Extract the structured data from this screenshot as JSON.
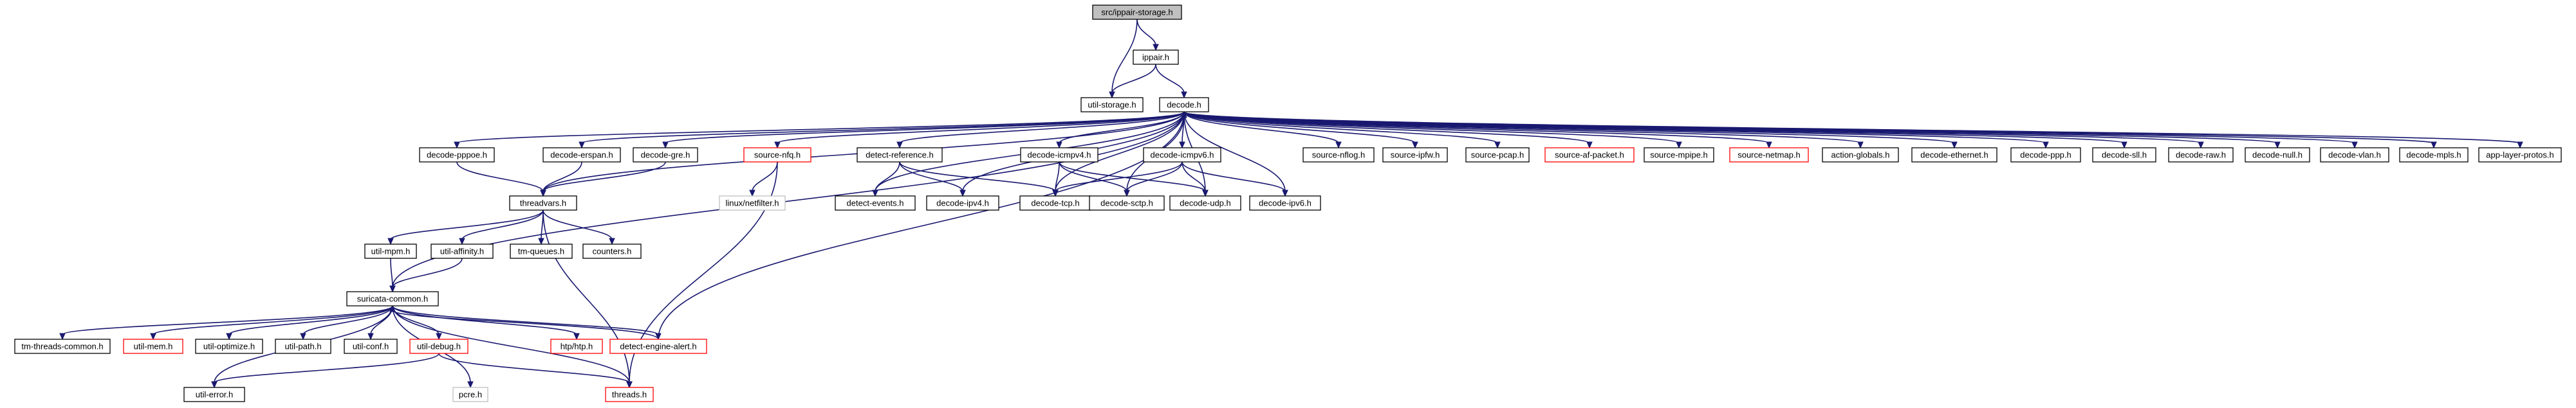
{
  "diagram": {
    "colors": {
      "edge": "#191970",
      "border_default": "#000000",
      "border_highlight": "#ff0000",
      "border_external": "#bfbfbf",
      "root_fill": "#bfbfbf",
      "node_fill": "#ffffff"
    },
    "nodes": [
      {
        "id": "root",
        "label": "src/ippair-storage.h",
        "style": "root"
      },
      {
        "id": "ippair",
        "label": "ippair.h",
        "style": "default"
      },
      {
        "id": "utilstorage",
        "label": "util-storage.h",
        "style": "default"
      },
      {
        "id": "decode",
        "label": "decode.h",
        "style": "default"
      },
      {
        "id": "pppoe",
        "label": "decode-pppoe.h",
        "style": "default"
      },
      {
        "id": "erspan",
        "label": "decode-erspan.h",
        "style": "default"
      },
      {
        "id": "gre",
        "label": "decode-gre.h",
        "style": "default"
      },
      {
        "id": "nfq",
        "label": "source-nfq.h",
        "style": "highlight"
      },
      {
        "id": "detectref",
        "label": "detect-reference.h",
        "style": "default"
      },
      {
        "id": "icmpv4",
        "label": "decode-icmpv4.h",
        "style": "default"
      },
      {
        "id": "icmpv6",
        "label": "decode-icmpv6.h",
        "style": "default"
      },
      {
        "id": "nflog",
        "label": "source-nflog.h",
        "style": "default"
      },
      {
        "id": "ipfw",
        "label": "source-ipfw.h",
        "style": "default"
      },
      {
        "id": "pcap",
        "label": "source-pcap.h",
        "style": "default"
      },
      {
        "id": "afpacket",
        "label": "source-af-packet.h",
        "style": "highlight"
      },
      {
        "id": "mpipe",
        "label": "source-mpipe.h",
        "style": "default"
      },
      {
        "id": "netmap",
        "label": "source-netmap.h",
        "style": "highlight"
      },
      {
        "id": "actglobals",
        "label": "action-globals.h",
        "style": "default"
      },
      {
        "id": "ethernet",
        "label": "decode-ethernet.h",
        "style": "default"
      },
      {
        "id": "ppp",
        "label": "decode-ppp.h",
        "style": "default"
      },
      {
        "id": "sll",
        "label": "decode-sll.h",
        "style": "default"
      },
      {
        "id": "raw",
        "label": "decode-raw.h",
        "style": "default"
      },
      {
        "id": "null",
        "label": "decode-null.h",
        "style": "default"
      },
      {
        "id": "vlan",
        "label": "decode-vlan.h",
        "style": "default"
      },
      {
        "id": "mpls",
        "label": "decode-mpls.h",
        "style": "default"
      },
      {
        "id": "applayer",
        "label": "app-layer-protos.h",
        "style": "default"
      },
      {
        "id": "threadvars",
        "label": "threadvars.h",
        "style": "default"
      },
      {
        "id": "netfilter",
        "label": "linux/netfilter.h",
        "style": "external"
      },
      {
        "id": "detectevents",
        "label": "detect-events.h",
        "style": "default"
      },
      {
        "id": "ipv4",
        "label": "decode-ipv4.h",
        "style": "default"
      },
      {
        "id": "tcp",
        "label": "decode-tcp.h",
        "style": "default"
      },
      {
        "id": "sctp",
        "label": "decode-sctp.h",
        "style": "default"
      },
      {
        "id": "udp",
        "label": "decode-udp.h",
        "style": "default"
      },
      {
        "id": "ipv6",
        "label": "decode-ipv6.h",
        "style": "default"
      },
      {
        "id": "mpm",
        "label": "util-mpm.h",
        "style": "default"
      },
      {
        "id": "affinity",
        "label": "util-affinity.h",
        "style": "default"
      },
      {
        "id": "tmqueues",
        "label": "tm-queues.h",
        "style": "default"
      },
      {
        "id": "counters",
        "label": "counters.h",
        "style": "default"
      },
      {
        "id": "common",
        "label": "suricata-common.h",
        "style": "default"
      },
      {
        "id": "tmthreads",
        "label": "tm-threads-common.h",
        "style": "default"
      },
      {
        "id": "mem",
        "label": "util-mem.h",
        "style": "highlight"
      },
      {
        "id": "optimize",
        "label": "util-optimize.h",
        "style": "default"
      },
      {
        "id": "path",
        "label": "util-path.h",
        "style": "default"
      },
      {
        "id": "conf",
        "label": "util-conf.h",
        "style": "default"
      },
      {
        "id": "debug",
        "label": "util-debug.h",
        "style": "highlight"
      },
      {
        "id": "htp",
        "label": "htp/htp.h",
        "style": "highlight"
      },
      {
        "id": "alert",
        "label": "detect-engine-alert.h",
        "style": "highlight"
      },
      {
        "id": "error",
        "label": "util-error.h",
        "style": "default"
      },
      {
        "id": "pcre",
        "label": "pcre.h",
        "style": "external"
      },
      {
        "id": "threads",
        "label": "threads.h",
        "style": "highlight"
      }
    ],
    "edges": [
      [
        "root",
        "ippair"
      ],
      [
        "root",
        "utilstorage"
      ],
      [
        "ippair",
        "utilstorage"
      ],
      [
        "ippair",
        "decode"
      ],
      [
        "decode",
        "pppoe"
      ],
      [
        "decode",
        "erspan"
      ],
      [
        "decode",
        "gre"
      ],
      [
        "decode",
        "nfq"
      ],
      [
        "decode",
        "detectref"
      ],
      [
        "decode",
        "icmpv4"
      ],
      [
        "decode",
        "icmpv6"
      ],
      [
        "decode",
        "nflog"
      ],
      [
        "decode",
        "ipfw"
      ],
      [
        "decode",
        "pcap"
      ],
      [
        "decode",
        "afpacket"
      ],
      [
        "decode",
        "mpipe"
      ],
      [
        "decode",
        "netmap"
      ],
      [
        "decode",
        "actglobals"
      ],
      [
        "decode",
        "ethernet"
      ],
      [
        "decode",
        "ppp"
      ],
      [
        "decode",
        "sll"
      ],
      [
        "decode",
        "raw"
      ],
      [
        "decode",
        "null"
      ],
      [
        "decode",
        "vlan"
      ],
      [
        "decode",
        "mpls"
      ],
      [
        "decode",
        "applayer"
      ],
      [
        "decode",
        "threadvars"
      ],
      [
        "decode",
        "ipv4"
      ],
      [
        "decode",
        "tcp"
      ],
      [
        "decode",
        "sctp"
      ],
      [
        "decode",
        "udp"
      ],
      [
        "decode",
        "ipv6"
      ],
      [
        "decode",
        "detectevents"
      ],
      [
        "decode",
        "common"
      ],
      [
        "pppoe",
        "threadvars"
      ],
      [
        "erspan",
        "threadvars"
      ],
      [
        "gre",
        "threadvars"
      ],
      [
        "nfq",
        "netfilter"
      ],
      [
        "nfq",
        "threads"
      ],
      [
        "detectref",
        "detectevents"
      ],
      [
        "detectref",
        "ipv4"
      ],
      [
        "detectref",
        "tcp"
      ],
      [
        "icmpv4",
        "tcp"
      ],
      [
        "icmpv4",
        "sctp"
      ],
      [
        "icmpv4",
        "udp"
      ],
      [
        "icmpv6",
        "tcp"
      ],
      [
        "icmpv6",
        "sctp"
      ],
      [
        "icmpv6",
        "udp"
      ],
      [
        "icmpv6",
        "ipv6"
      ],
      [
        "threadvars",
        "mpm"
      ],
      [
        "threadvars",
        "affinity"
      ],
      [
        "threadvars",
        "tmqueues"
      ],
      [
        "threadvars",
        "counters"
      ],
      [
        "threadvars",
        "threads"
      ],
      [
        "mpm",
        "common"
      ],
      [
        "affinity",
        "common"
      ],
      [
        "common",
        "tmthreads"
      ],
      [
        "common",
        "mem"
      ],
      [
        "common",
        "optimize"
      ],
      [
        "common",
        "path"
      ],
      [
        "common",
        "conf"
      ],
      [
        "common",
        "debug"
      ],
      [
        "common",
        "htp"
      ],
      [
        "common",
        "alert"
      ],
      [
        "common",
        "threads"
      ],
      [
        "common",
        "pcre"
      ],
      [
        "common",
        "error"
      ],
      [
        "debug",
        "error"
      ],
      [
        "debug",
        "threads"
      ],
      [
        "alert",
        "decode"
      ],
      [
        "alert",
        "common"
      ]
    ]
  }
}
